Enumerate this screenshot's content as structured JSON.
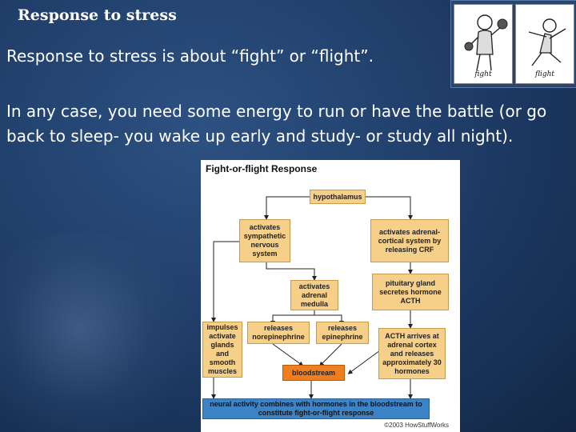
{
  "slide": {
    "title": "Response to stress",
    "line1": "Response to stress is about “fight” or “flight”.",
    "paragraph": "In any case, you need some energy to run or have the battle (or go back to sleep- you wake up early and study- or study all night)."
  },
  "photos": {
    "left_caption": "fight",
    "right_caption": "flight"
  },
  "diagram": {
    "title": "Fight-or-flight Response",
    "nodes": {
      "hypothalamus": "hypothalamus",
      "sympathetic": "activates sympathetic nervous system",
      "adrenal_cortical": "activates adrenal-cortical system by releasing CRF",
      "adrenal_medulla": "activates adrenal medulla",
      "pituitary": "pituitary gland secretes hormone ACTH",
      "impulses": "impulses activate glands and smooth muscles",
      "norepinephrine": "releases norepinephrine",
      "epinephrine": "releases epinephrine",
      "acth_arrives": "ACTH arrives at adrenal cortex and releases approximately 30 hormones",
      "bloodstream": "bloodstream",
      "neural_activity": "neural activity combines with hormones in the bloodstream to constitute fight-or-flight response"
    },
    "copyright": "©2003 HowStuffWorks"
  },
  "colors": {
    "background": "#1d3a64",
    "box_tan": "#f6cf88",
    "box_orange": "#f07d1e",
    "box_blue": "#3d84c6"
  }
}
